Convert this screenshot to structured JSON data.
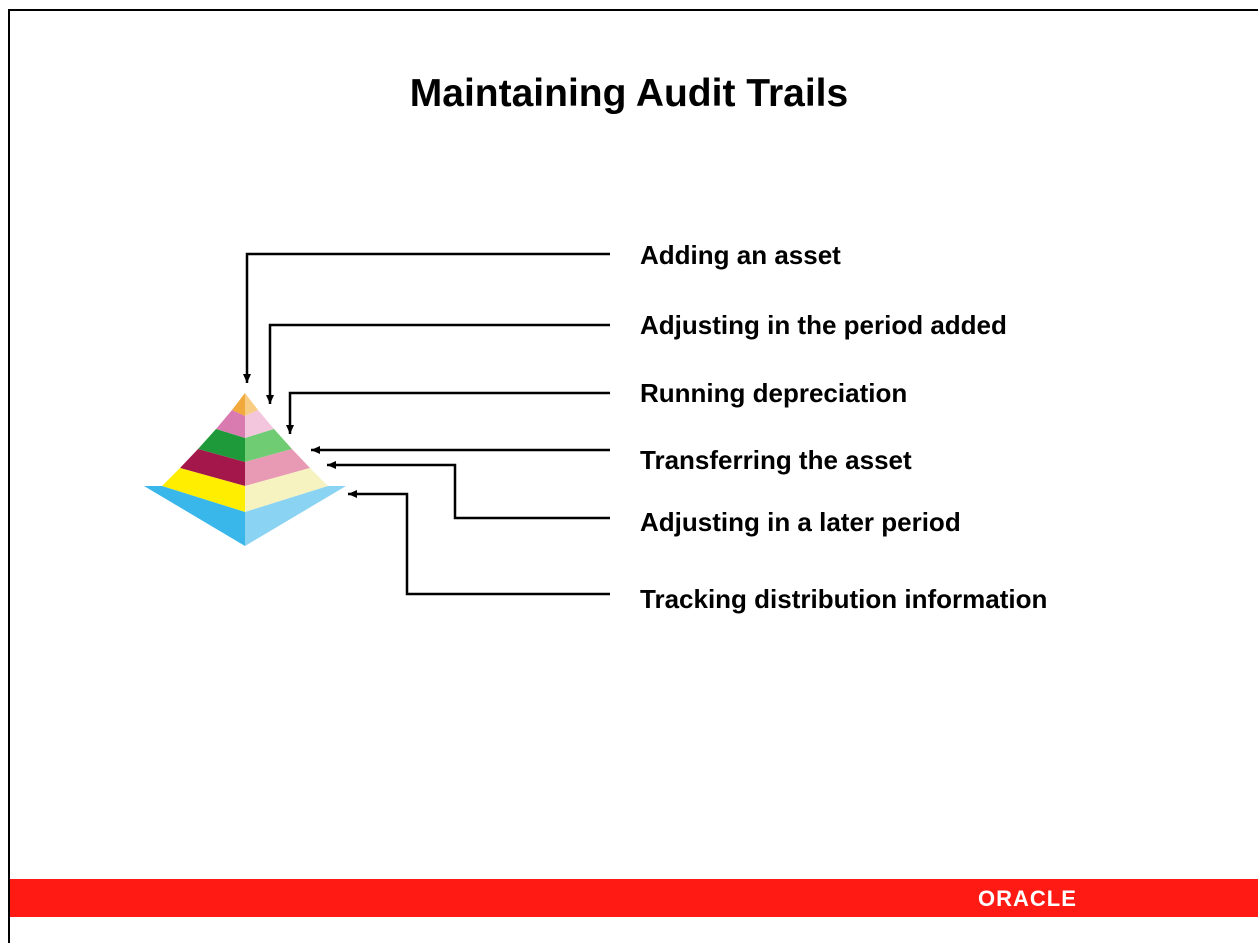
{
  "title": "Maintaining Audit Trails",
  "labels": [
    "Adding an asset",
    "Adjusting in the period added",
    "Running depreciation",
    "Transferring the asset",
    "Adjusting in a later period",
    "Tracking distribution information"
  ],
  "footer": {
    "logo_text": "ORACLE",
    "bar_color": "#ff1a14"
  },
  "pyramid": {
    "tiers": [
      {
        "left_color": "#f2a93b",
        "right_color": "#f8cc82"
      },
      {
        "left_color": "#d97bb0",
        "right_color": "#f3c6de"
      },
      {
        "left_color": "#1f9a3a",
        "right_color": "#6fcc73"
      },
      {
        "left_color": "#a3174a",
        "right_color": "#e89ab4"
      },
      {
        "left_color": "#ffee00",
        "right_color": "#f7f3c0"
      },
      {
        "left_color": "#3ab7ea",
        "right_color": "#8ad3f3"
      }
    ]
  }
}
